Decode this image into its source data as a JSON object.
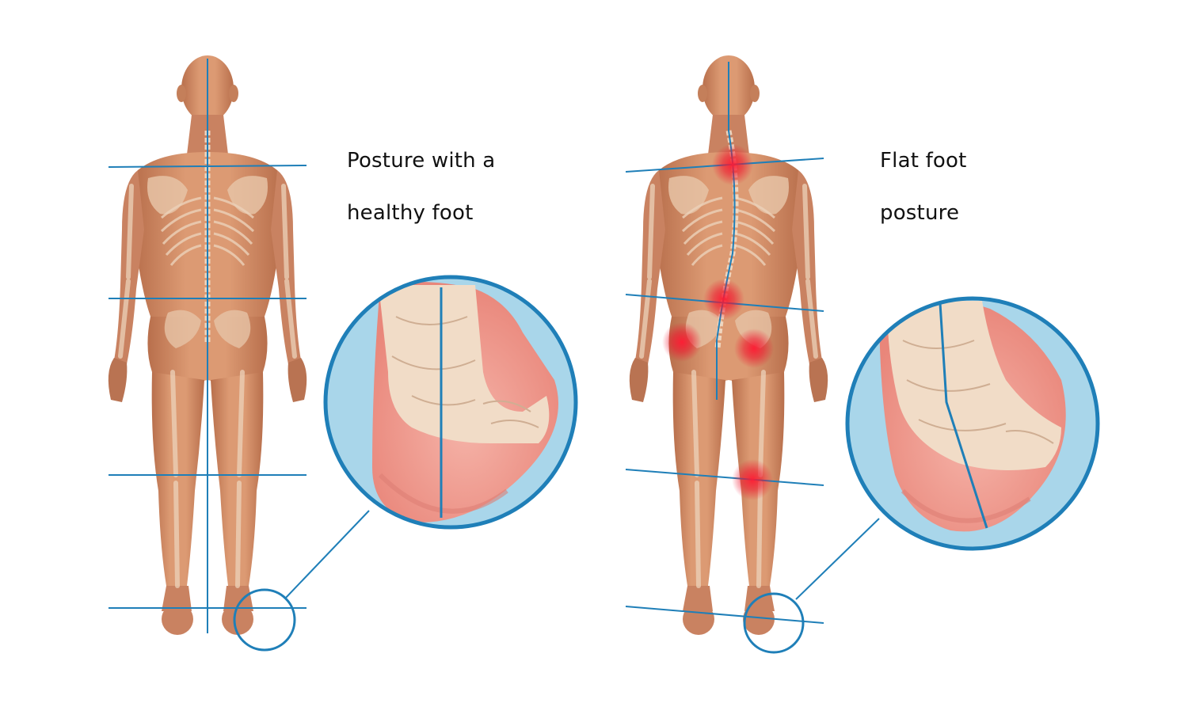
{
  "panels": {
    "healthy": {
      "caption_line1": "Posture with a",
      "caption_line2": "healthy foot"
    },
    "flat": {
      "caption_line1": "Flat foot",
      "caption_line2": "posture",
      "pain_points": [
        "neck",
        "lower-back",
        "left-hip",
        "right-hip",
        "knee"
      ]
    }
  },
  "colors": {
    "alignment_line": "#1f7fb8",
    "skin": "#d9916a",
    "skin_shadow": "#b86f4c",
    "bone": "#f0d9c0",
    "pain": "#e8102a",
    "lens_background": "#a9d6ea"
  }
}
